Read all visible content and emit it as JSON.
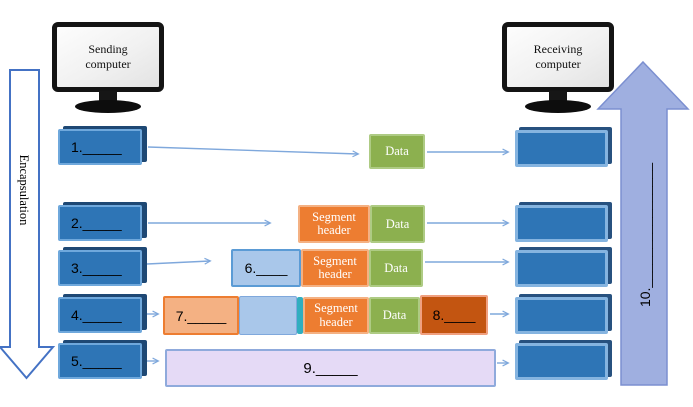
{
  "diagram": {
    "sending_computer": {
      "label": "Sending computer"
    },
    "receiving_computer": {
      "label": "Receiving computer"
    },
    "encapsulation_arrow": {
      "label": "Encapsulation"
    },
    "decapsulation_arrow": {
      "label": "10.________________"
    }
  },
  "sender_layers": [
    {
      "label": "1._____"
    },
    {
      "label": "2._____"
    },
    {
      "label": "3._____"
    },
    {
      "label": "4._____"
    },
    {
      "label": "5._____"
    }
  ],
  "pdu": {
    "segment_header_label": "Segment header",
    "data_label": "Data",
    "blank6": "6.____",
    "blank7": "7._____",
    "blank8": "8.____",
    "blank9": "9._____"
  },
  "colors": {
    "layer_box_fill": "#2E75B6",
    "layer_box_border": "#6FA8DC",
    "layer_box_shadow": "#1E4874",
    "segment_header_fill": "#ED7D31",
    "data_fill": "#8CB04F",
    "light_blue_fill": "#A9C7EA",
    "salmon_fill": "#F4B183",
    "teal_sliver": "#31AEBF",
    "dark_orange_fill": "#C35511",
    "lavender_fill": "#E5DAF6",
    "up_arrow_fill": "#9FAFE0",
    "down_arrow_border": "#4472C4",
    "connector": "#7FA8DC"
  }
}
